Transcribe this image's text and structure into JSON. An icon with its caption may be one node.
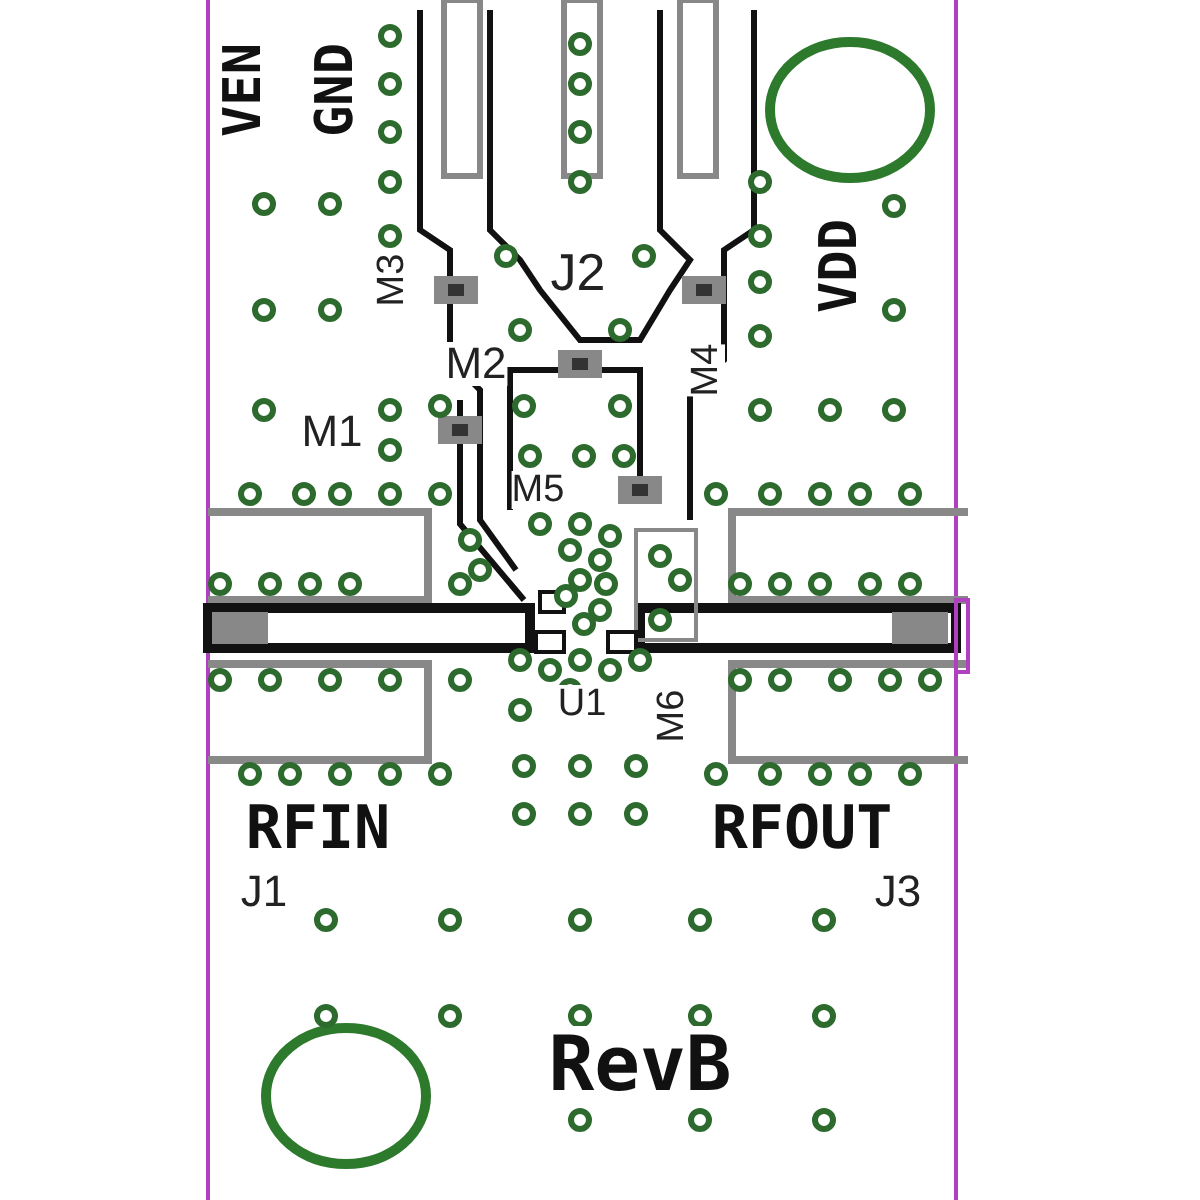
{
  "diagram": {
    "labels": [
      "VEN",
      "GND",
      "VDD",
      "M3",
      "J2",
      "M2",
      "M4",
      "M1",
      "M5",
      "U1",
      "M6",
      "RFIN",
      "RFOUT",
      "J1",
      "J3",
      "RevB"
    ]
  }
}
